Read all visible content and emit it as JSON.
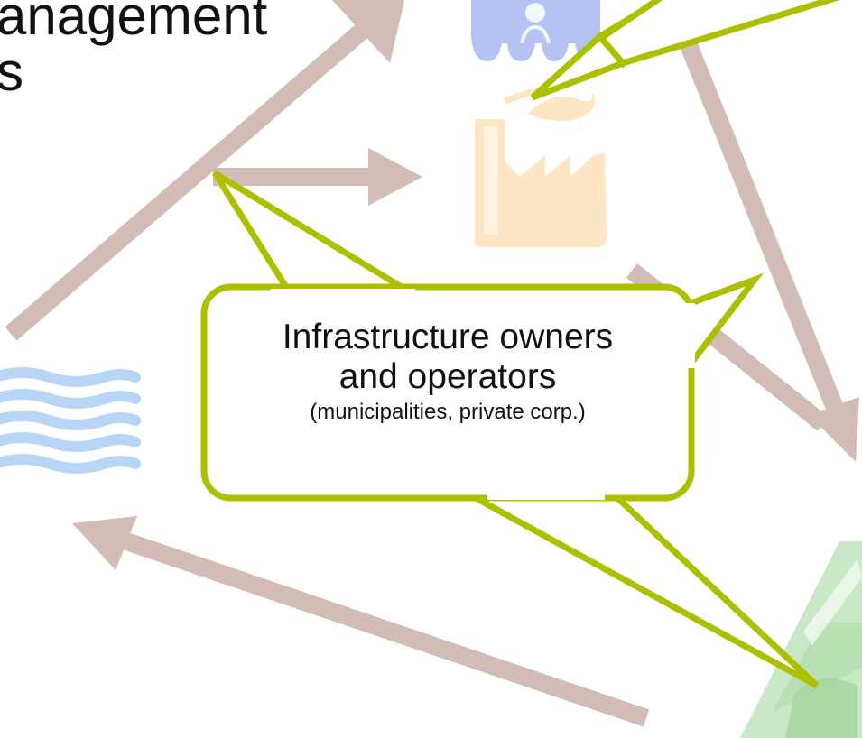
{
  "slide": {
    "title_lines": [
      "anagement",
      "s"
    ]
  },
  "callout": {
    "title_line1": "Infrastructure owners",
    "title_line2": "and operators",
    "note": "(municipalities, private corp.)"
  },
  "colors": {
    "arrow": "#d2bcb5",
    "callout_border": "#adc000",
    "callout_fill": "#ffffff",
    "water": "#b7d6f5",
    "people": "#a7b8f2",
    "factory": "#fde6c4",
    "recycle": "#c9e8c6"
  },
  "icons": [
    "people-icon",
    "factory-icon",
    "water-waves-icon",
    "recycle-icon"
  ]
}
